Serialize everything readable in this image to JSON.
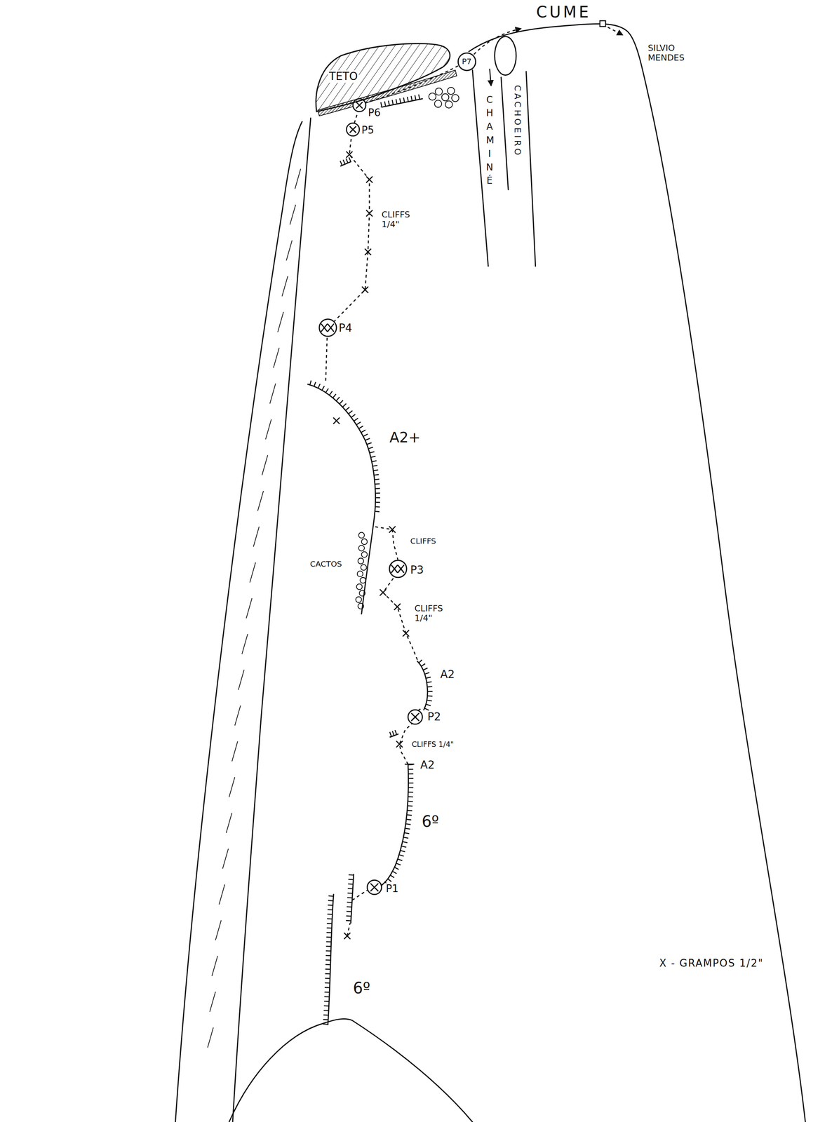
{
  "diagram": {
    "nodes": [
      {
        "text": [
          "TETO"
        ]
      },
      {
        "text": [
          "P7"
        ]
      }
    ],
    "labels": [
      "CUME",
      "SILVIO MENDES",
      "CHAMINÉ",
      "CACHOEIRO",
      "P6",
      "P5",
      "CLIFFS 1/4\"",
      "P4",
      "A2+",
      "CLIFFS",
      "CACTOS",
      "P3",
      "CLIFFS 1/4\"",
      "A2",
      "P2",
      "CLIFFS 1/4\"",
      "A2",
      "6º",
      "P1",
      "6º",
      "X - GRAMPOS 1/2\""
    ]
  }
}
